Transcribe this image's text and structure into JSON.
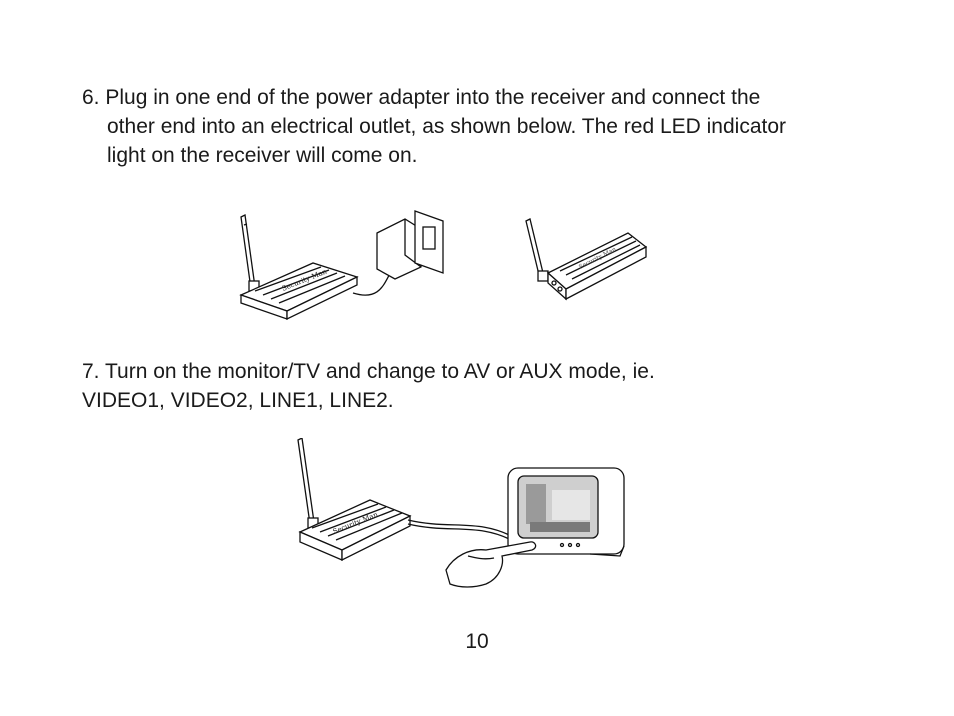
{
  "step6": {
    "lines": [
      "6. Plug in one end of the power adapter into the receiver and connect the",
      "other end into an electrical outlet, as shown below.  The red LED indicator",
      "light on the receiver will come on."
    ]
  },
  "step7": {
    "lines": [
      "7. Turn on the monitor/TV and change to AV or AUX mode, ie.",
      "VIDEO1, VIDEO2, LINE1, LINE2."
    ]
  },
  "figures": {
    "receiver_logo": "Security Man"
  },
  "page_number": "10"
}
